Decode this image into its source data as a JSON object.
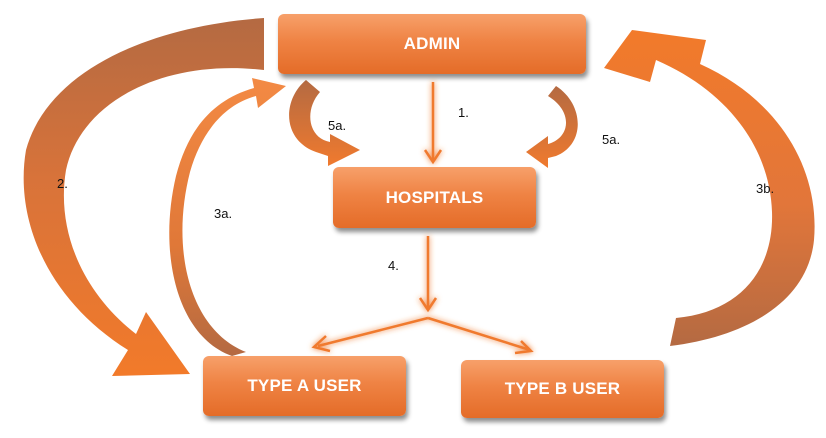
{
  "nodes": {
    "admin": "ADMIN",
    "hospitals": "HOSPITALS",
    "type_a_user": "TYPE A USER",
    "type_b_user": "TYPE B USER"
  },
  "edges": {
    "admin_to_hospitals": "1.",
    "admin_to_type_a": "2.",
    "type_a_to_admin": "3a.",
    "type_b_to_admin": "3b.",
    "hospitals_to_users": "4.",
    "admin_to_hospitals_left": "5a.",
    "admin_to_hospitals_right": "5a."
  },
  "colors": {
    "box_orange": "#ef8344",
    "arrow_orange": "#f07a2e",
    "arrow_brown": "#b86a3e"
  }
}
